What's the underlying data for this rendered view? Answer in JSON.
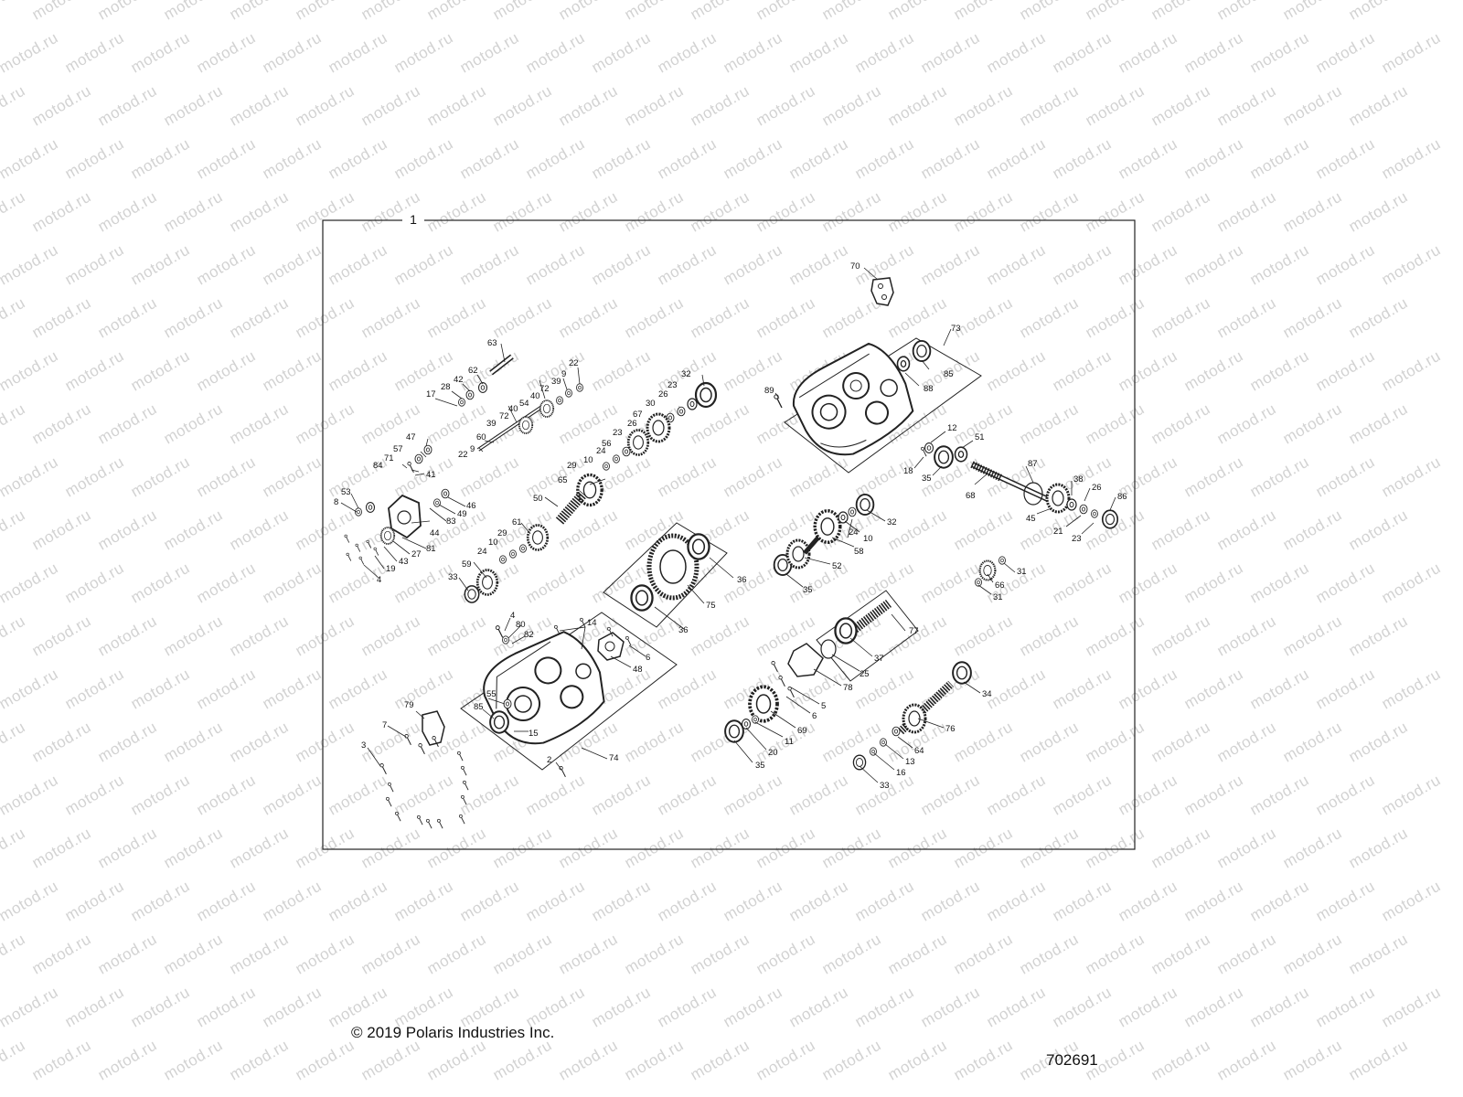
{
  "diagram": {
    "frame_label": "1",
    "watermark": "motod.ru",
    "callouts": {
      "c70": "70",
      "c73": "73",
      "c85a": "85",
      "c88": "88",
      "c89": "89",
      "c12": "12",
      "c51": "51",
      "c18": "18",
      "c35a": "35",
      "c87": "87",
      "c68": "68",
      "c38": "38",
      "c26a": "26",
      "c86": "86",
      "c45": "45",
      "c21": "21",
      "c23a": "23",
      "c32a": "32",
      "c24a": "24",
      "c10a": "10",
      "c58": "58",
      "c52": "52",
      "c35b": "35",
      "c31a": "31",
      "c66": "66",
      "c31b": "31",
      "c77": "77",
      "c37": "37",
      "c25": "25",
      "c78": "78",
      "c5": "5",
      "c6b": "6",
      "c69": "69",
      "c11": "11",
      "c20": "20",
      "c35c": "35",
      "c34": "34",
      "c76": "76",
      "c64": "64",
      "c13": "13",
      "c16": "16",
      "c33b": "33",
      "c63": "63",
      "c62": "62",
      "c42": "42",
      "c28": "28",
      "c17": "17",
      "c22a": "22",
      "c9a": "9",
      "c39a": "39",
      "c72a": "72",
      "c40a": "40",
      "c54": "54",
      "c40b": "40",
      "c72b": "72",
      "c39b": "39",
      "c60": "60",
      "c22b": "22",
      "c9b": "9",
      "c32b": "32",
      "c23b": "23",
      "c26b": "26",
      "c30": "30",
      "c67": "67",
      "c26c": "26",
      "c23c": "23",
      "c56": "56",
      "c24b": "24",
      "c10b": "10",
      "c29a": "29",
      "c65": "65",
      "c50": "50",
      "c61": "61",
      "c29b": "29",
      "c10c": "10",
      "c24c": "24",
      "c59": "59",
      "c33a": "33",
      "c36a": "36",
      "c75": "75",
      "c36b": "36",
      "c47": "47",
      "c57": "57",
      "c71": "71",
      "c84": "84",
      "c41": "41",
      "c53": "53",
      "c8": "8",
      "c46": "46",
      "c49": "49",
      "c83": "83",
      "c44": "44",
      "c81": "81",
      "c27": "27",
      "c43": "43",
      "c19": "19",
      "c4a": "4",
      "c4b": "4",
      "c80": "80",
      "c82": "82",
      "c14": "14",
      "c48": "48",
      "c6a": "6",
      "c55": "55",
      "c85b": "85",
      "c15": "15",
      "c79": "79",
      "c7": "7",
      "c3": "3",
      "c2": "2",
      "c74": "74"
    }
  },
  "footer": {
    "copyright": "© 2019 Polaris Industries Inc.",
    "drawing_number": "702691"
  }
}
